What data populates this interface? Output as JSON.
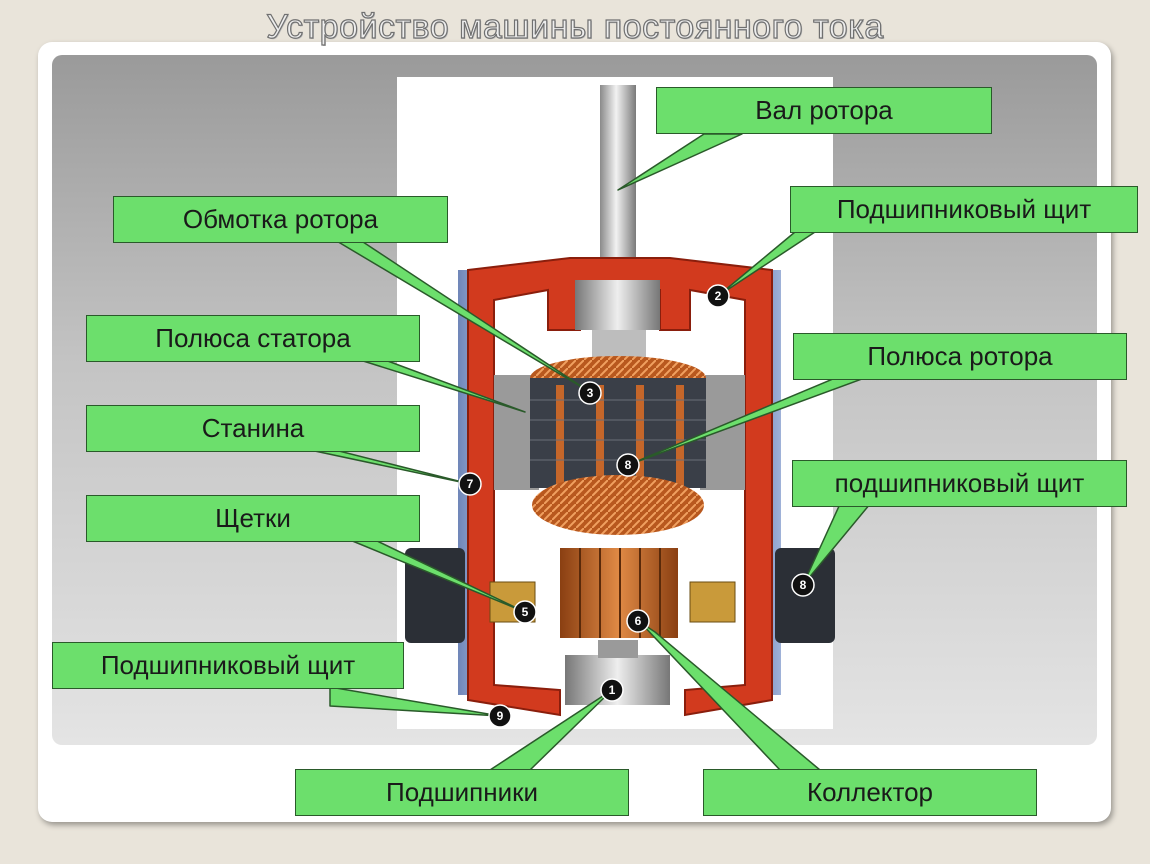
{
  "title": "Устройство машины постоянного тока",
  "labels": {
    "val_rotora": "Вал ротора",
    "obmotka_rotora": "Обмотка ротора",
    "podshipnikovyi_shchit_top": "Подшипниковый щит",
    "polyusa_statora": "Полюса статора",
    "polyusa_rotora": "Полюса ротора",
    "stanina": "Станина",
    "podshipnikovyi_shchit_right": "подшипниковый щит",
    "shchetki": "Щетки",
    "podshipnikovyi_shchit_left": "Подшипниковый щит",
    "podshipniki": "Подшипники",
    "kollektor": "Коллектор"
  },
  "markers": [
    "1",
    "2",
    "3",
    "5",
    "6",
    "7",
    "8",
    "9"
  ],
  "colors": {
    "label_fill": "#6cdf6c",
    "label_border": "#2a5a2a",
    "housing_red": "#d23a1e",
    "copper": "#c4662a",
    "marker": "#111111"
  }
}
